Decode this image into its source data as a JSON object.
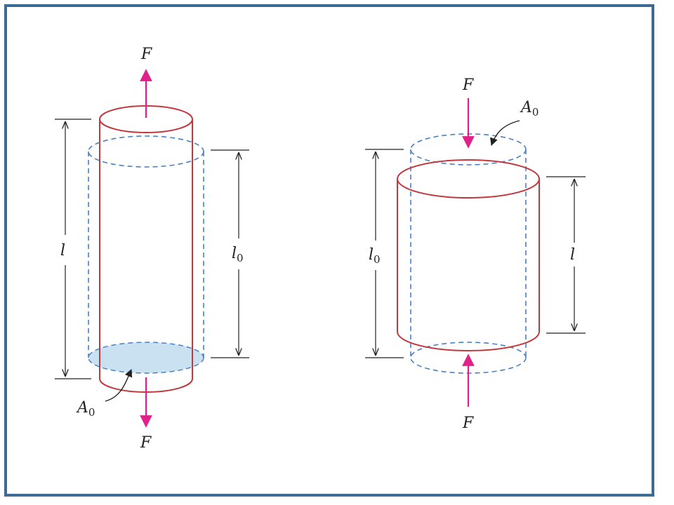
{
  "colors": {
    "frame": "#3e6a93",
    "deformed": "#c0393f",
    "original": "#4a80c4",
    "force": "#e0218a",
    "dimension": "#222222",
    "area_fill": "#c9e1f1"
  },
  "tension": {
    "force_top": "F",
    "force_bottom": "F",
    "length_label": "l",
    "original_length_label": "l",
    "original_length_sub": "0",
    "area_label": "A",
    "area_sub": "0"
  },
  "compression": {
    "force_top": "F",
    "force_bottom": "F",
    "length_label": "l",
    "original_length_label": "l",
    "original_length_sub": "0",
    "area_label": "A",
    "area_sub": "0"
  }
}
